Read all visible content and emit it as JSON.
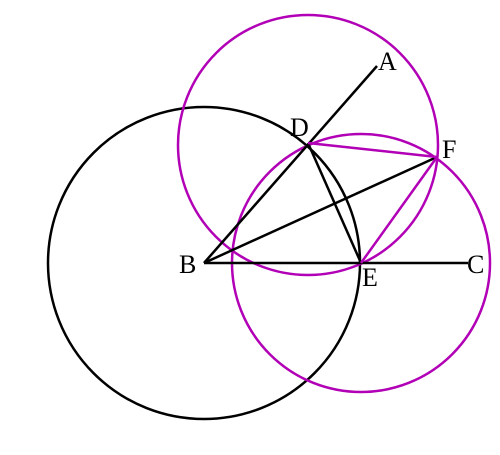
{
  "colors": {
    "black": "#000000",
    "magenta": "#b100b5"
  },
  "labels": {
    "A": "A",
    "B": "B",
    "C": "C",
    "D": "D",
    "E": "E",
    "F": "F"
  }
}
